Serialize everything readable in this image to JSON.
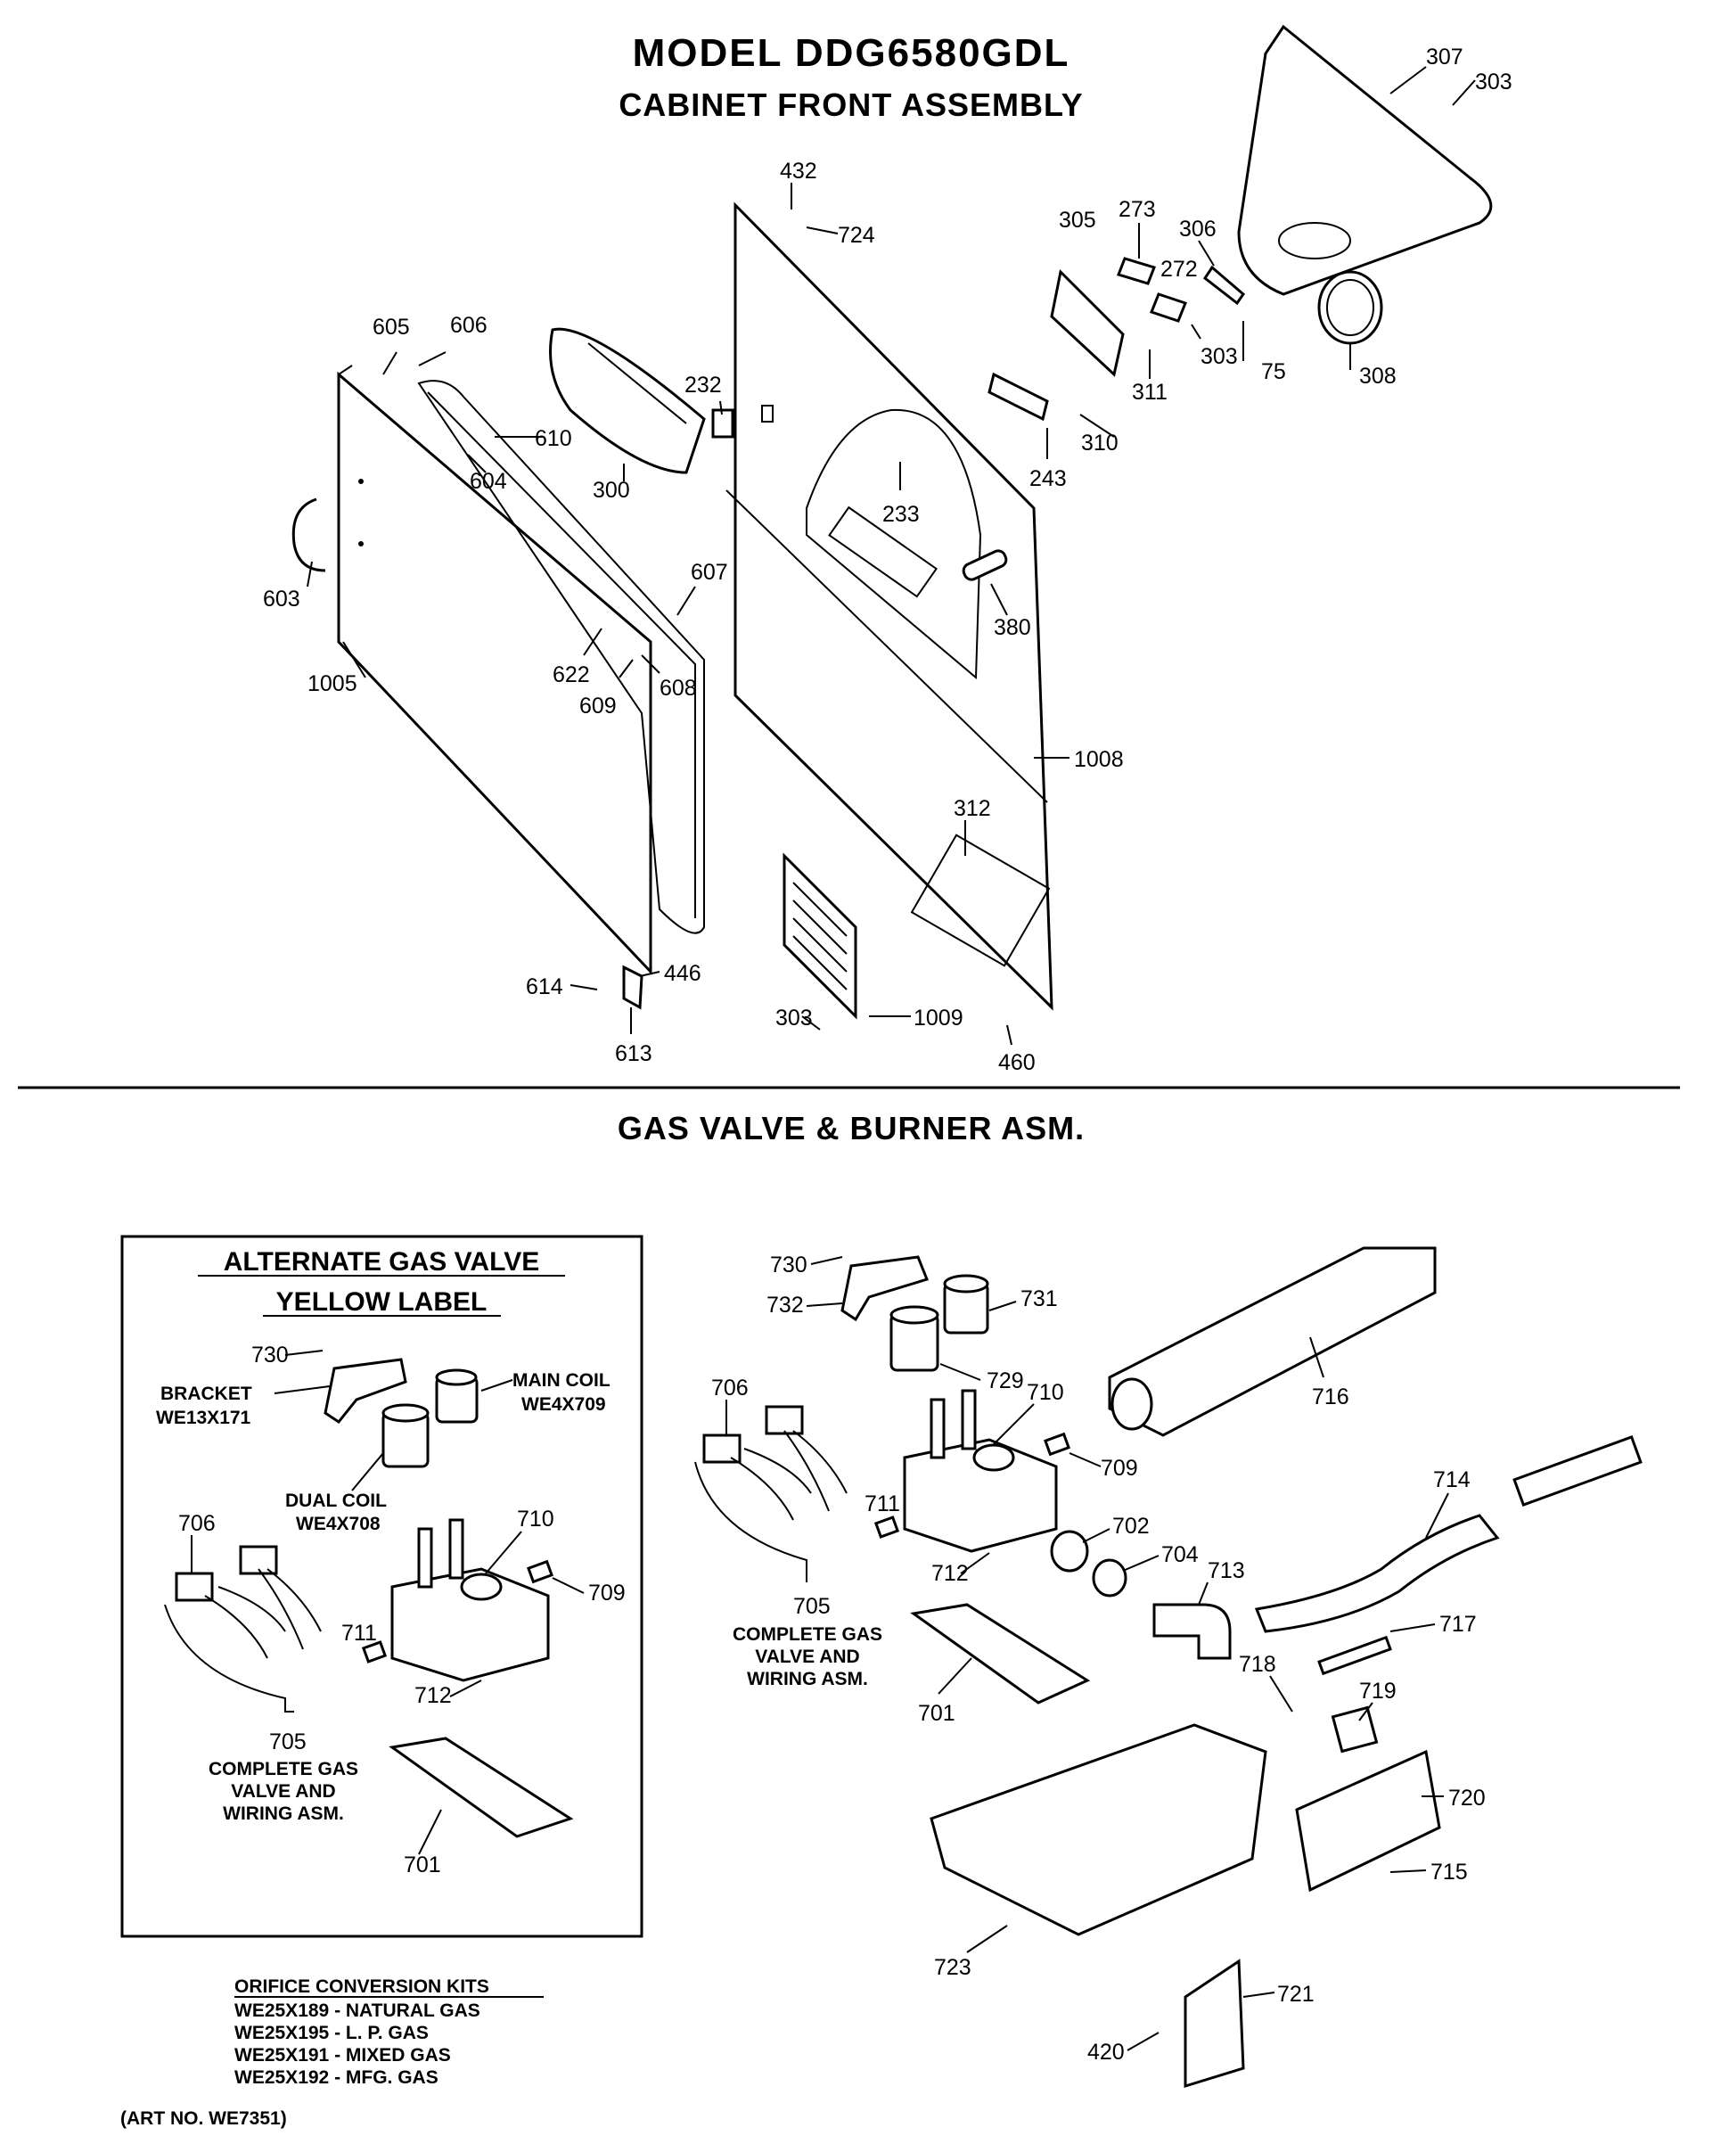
{
  "header": {
    "title": "MODEL DDG6580GDL",
    "subtitle": "CABINET FRONT ASSEMBLY"
  },
  "section2": {
    "title": "GAS VALVE & BURNER ASM."
  },
  "cabinet_labels": {
    "l307": "307",
    "l303a": "303",
    "l432": "432",
    "l724": "724",
    "l305": "305",
    "l273": "273",
    "l306": "306",
    "l272": "272",
    "l303b": "303",
    "l75": "75",
    "l308": "308",
    "l311": "311",
    "l605": "605",
    "l606": "606",
    "l232": "232",
    "l610": "610",
    "l604": "604",
    "l300": "300",
    "l310": "310",
    "l243": "243",
    "l233": "233",
    "l603": "603",
    "l607": "607",
    "l380": "380",
    "l622": "622",
    "l608": "608",
    "l609": "609",
    "l1005": "1005",
    "l1008": "1008",
    "l312": "312",
    "l614": "614",
    "l446": "446",
    "l613": "613",
    "l303c": "303",
    "l1009": "1009",
    "l460": "460"
  },
  "alt_box": {
    "heading1": "ALTERNATE GAS VALVE",
    "heading2": "YELLOW LABEL",
    "l730": "730",
    "bracket": "BRACKET",
    "bracket_pn": "WE13X171",
    "main_coil": "MAIN COIL",
    "main_coil_pn": "WE4X709",
    "dual_coil": "DUAL COIL",
    "dual_coil_pn": "WE4X708",
    "l706": "706",
    "l710": "710",
    "l709": "709",
    "l711": "711",
    "l712": "712",
    "l705": "705",
    "complete1": "COMPLETE GAS",
    "complete2": "VALVE AND",
    "complete3": "WIRING ASM.",
    "l701": "701"
  },
  "orifice": {
    "heading": "ORIFICE CONVERSION KITS",
    "kits": [
      "WE25X189 - NATURAL GAS",
      "WE25X195 - L. P. GAS",
      "WE25X191 - MIXED GAS",
      "WE25X192 - MFG. GAS"
    ]
  },
  "art_no": "(ART NO. WE7351)",
  "burner_labels": {
    "l730": "730",
    "l732": "732",
    "l731": "731",
    "l729": "729",
    "l706": "706",
    "l710": "710",
    "l709": "709",
    "l711": "711",
    "l712": "712",
    "l702": "702",
    "l704": "704",
    "l713": "713",
    "l716": "716",
    "l714": "714",
    "l717": "717",
    "l705": "705",
    "complete1": "COMPLETE GAS",
    "complete2": "VALVE AND",
    "complete3": "WIRING ASM.",
    "l701": "701",
    "l718": "718",
    "l719": "719",
    "l720": "720",
    "l715": "715",
    "l723": "723",
    "l721": "721",
    "l420": "420"
  }
}
